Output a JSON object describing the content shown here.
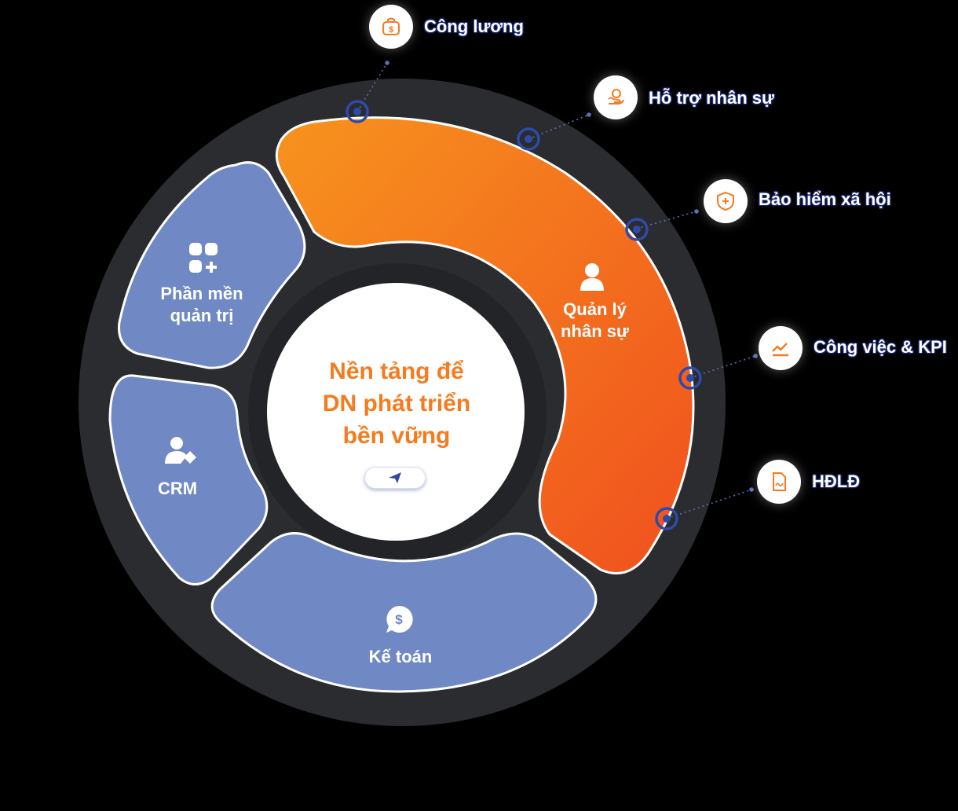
{
  "segments": {
    "quan_ly": "Quản lý\nnhân sự",
    "phan_mem": "Phần mền\nquản trị",
    "crm": "CRM",
    "ke_toan": "Kế toán"
  },
  "center": {
    "title": "Nền tảng để\nDN phát triển\nbền vững"
  },
  "features": [
    {
      "label": "Công lương",
      "icon": "money-bag-icon"
    },
    {
      "label": "Hỗ trợ nhân sự",
      "icon": "support-person-icon"
    },
    {
      "label": "Bảo hiểm xã hội",
      "icon": "shield-plus-icon"
    },
    {
      "label": "Công việc & KPI",
      "icon": "trend-chart-icon"
    },
    {
      "label": "HĐLĐ",
      "icon": "contract-document-icon"
    }
  ],
  "colors": {
    "orange_start": "#f7931e",
    "orange_end": "#f0501e",
    "blue_segment": "#7089c4",
    "ring": "#2b2c30",
    "accent_text": "#f47b20",
    "marker": "#2f4aa8"
  }
}
